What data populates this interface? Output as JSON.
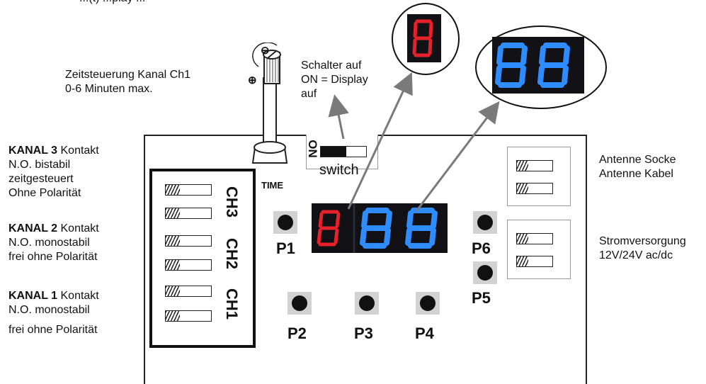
{
  "top_note": "...(t) ...play ...",
  "timer": {
    "label_line1": "Zeitsteuerung Kanal Ch1",
    "label_line2": "0-6 Minuten max.",
    "knob_label": "TIME",
    "minus": "⊖",
    "plus": "⊕"
  },
  "switch_note": {
    "line1": "Schalter auf",
    "line2": "ON = Display",
    "line3": "auf"
  },
  "switch": {
    "on_label": "ON",
    "label": "switch"
  },
  "channels": [
    {
      "bold": "KANAL 3",
      "rest": " Kontakt",
      "line2": "N.O. bistabil",
      "line3": "zeitgesteuert",
      "line4": "Ohne Polarität",
      "tag": "CH3"
    },
    {
      "bold": "KANAL 2",
      "rest": " Kontakt",
      "line2": "N.O. monostabil",
      "line3": "frei ohne Polarität",
      "tag": "CH2"
    },
    {
      "bold": "KANAL 1",
      "rest": " Kontakt",
      "line2": "N.O. monostabil",
      "line3": "frei ohne Polarität",
      "tag": "CH1"
    }
  ],
  "buttons": [
    "P1",
    "P2",
    "P3",
    "P4",
    "P5",
    "P6"
  ],
  "display": {
    "red_digit": "8",
    "blue_digits": "88",
    "red_color": "#e8202a",
    "blue_color": "#2f8cff"
  },
  "antenna": {
    "line1": "Antenne Socke",
    "line2": "Antenne Kabel"
  },
  "power": {
    "line1": "Stromversorgung",
    "line2": "12V/24V ac/dc"
  }
}
